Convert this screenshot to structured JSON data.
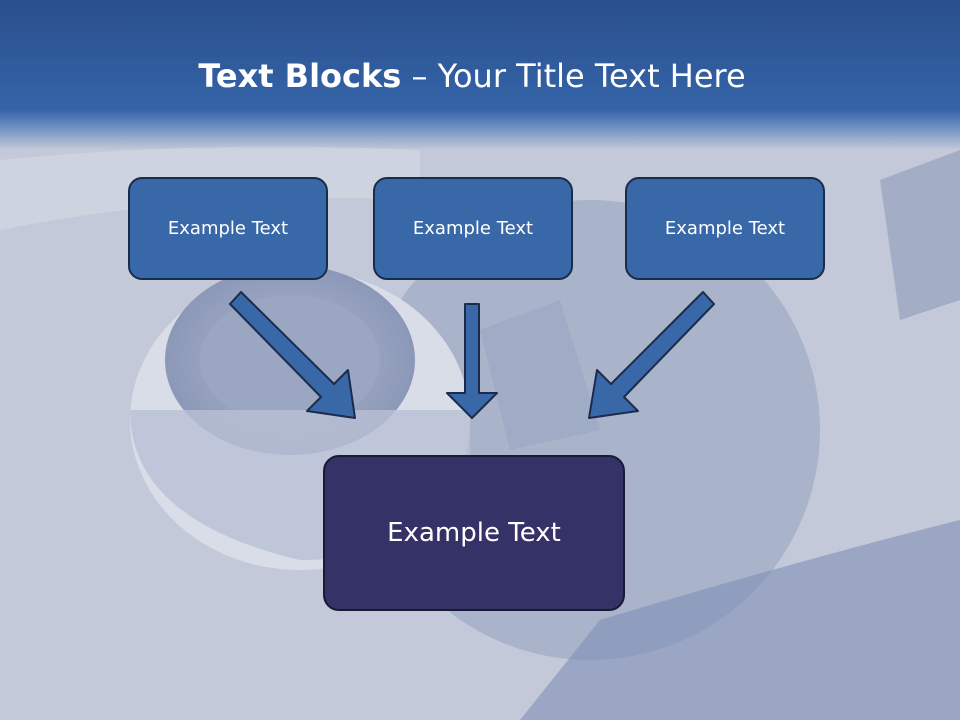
{
  "slide": {
    "title_bold": "Text Blocks",
    "title_dash": " – ",
    "title_rest": "Your Title Text Here"
  },
  "blocks": [
    {
      "label": "Example Text"
    },
    {
      "label": "Example Text"
    },
    {
      "label": "Example Text"
    }
  ],
  "target": {
    "label": "Example Text"
  },
  "colors": {
    "title_bar": "#3464a8",
    "block_fill": "#3968a8",
    "target_fill": "#343267",
    "arrow_fill": "#3968a8",
    "arrow_stroke": "#1b2b4b"
  },
  "background_image": "hard-disk-drive-photo"
}
